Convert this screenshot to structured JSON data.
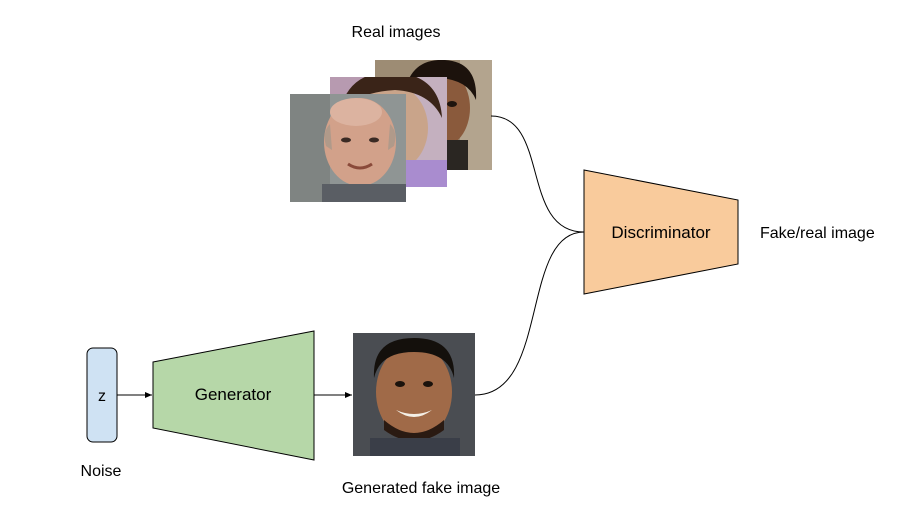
{
  "labels": {
    "real_images": "Real images",
    "discriminator": "Discriminator",
    "output": "Fake/real image",
    "noise_symbol": "z",
    "generator": "Generator",
    "noise": "Noise",
    "generated_image": "Generated fake image"
  },
  "colors": {
    "discriminator_fill": "#f9cb9c",
    "generator_fill": "#b6d7a8",
    "noise_fill": "#cfe2f3",
    "shape_stroke": "#000000",
    "connector_stroke": "#000000"
  },
  "images": [
    {
      "name": "real-face-young-man",
      "kind": "photo",
      "skin": "#8a5a3c",
      "hair": "#1c120c",
      "background": "#9d8c74"
    },
    {
      "name": "real-face-child",
      "kind": "photo",
      "skin": "#c9a48a",
      "hair": "#3a2418",
      "background": "#b79ab0"
    },
    {
      "name": "real-face-bald-man",
      "kind": "photo",
      "skin": "#d2a18a",
      "hair": "#b09a8a",
      "background": "#8f9594"
    },
    {
      "name": "generated-fake-face",
      "kind": "photo",
      "skin": "#a06a48",
      "hair": "#14100c",
      "background": "#4a4d52"
    }
  ]
}
